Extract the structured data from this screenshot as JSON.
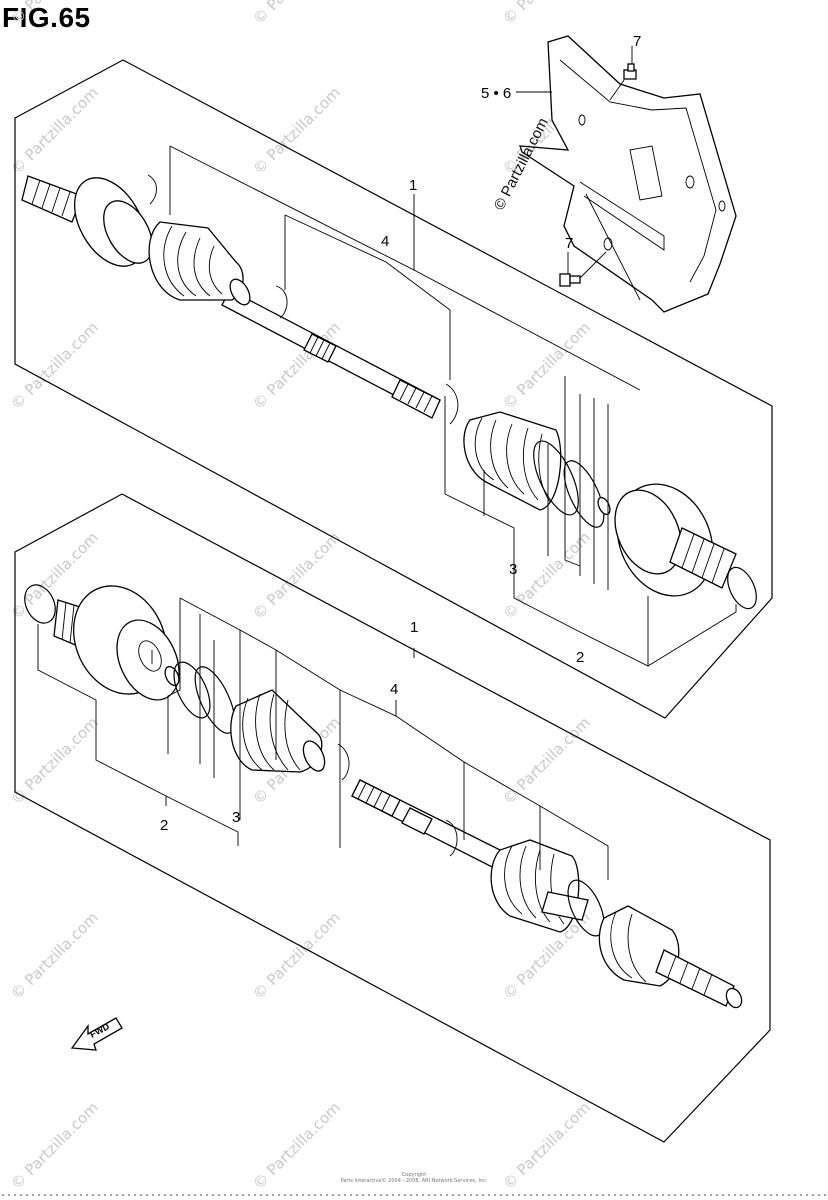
{
  "figure": {
    "title": "FIG.65",
    "copyright_lines": [
      "Copyright",
      "Parts Interactive© 2004 - 2008, ARI Network Services, Inc."
    ]
  },
  "watermarks": {
    "site_text": "© Partzilla.com",
    "bracket_text": "© Partzilla.com"
  },
  "callouts": {
    "upper_shaft_assy": "1",
    "upper_shaft": "4",
    "upper_inner_joint_boot": "3",
    "upper_outer_joint": "2",
    "bracket": "5 • 6",
    "bolt_top": "7",
    "bolt_bottom": "7",
    "lower_shaft_assy": "1",
    "lower_shaft": "4",
    "lower_outer_joint": "2",
    "lower_inner_joint_boot": "3"
  },
  "direction_arrow": {
    "label": "FWD",
    "icon": "arrow-forward-icon"
  }
}
